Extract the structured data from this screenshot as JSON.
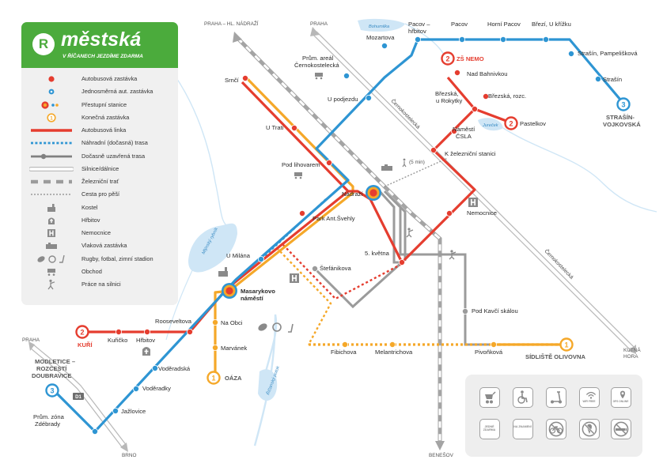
{
  "brand": {
    "logo_letter": "R",
    "title": "městská",
    "subtitle_a": "V ŘÍČANECH JEZDÍME ",
    "subtitle_b": "ZDARMA"
  },
  "colors": {
    "red": "#e53d2f",
    "orange": "#f5a829",
    "blue": "#2e95d3",
    "gray": "#9b9b9b",
    "dark_gray": "#808080",
    "green": "#4bab3c",
    "water": "#cfe6f6"
  },
  "legend": [
    {
      "symbol": "bus-stop-icon",
      "label": "Autobusová zastávka"
    },
    {
      "symbol": "one-way-stop-icon",
      "label": "Jednosměrná aut. zastávka"
    },
    {
      "symbol": "transfer-station-icon",
      "label": "Přestupní stanice"
    },
    {
      "symbol": "terminal-stop-icon",
      "label": "Konečná zastávka"
    },
    {
      "symbol": "bus-line-icon",
      "label": "Autobusová linka"
    },
    {
      "symbol": "substitute-route-icon",
      "label": "Náhradní (dočasná) trasa"
    },
    {
      "symbol": "closed-route-icon",
      "label": "Dočasně uzavřená trasa"
    },
    {
      "symbol": "road-icon",
      "label": "Silnice/dálnice"
    },
    {
      "symbol": "railway-icon",
      "label": "Železniční trať"
    },
    {
      "symbol": "footpath-icon",
      "label": "Cesta pro pěší"
    },
    {
      "symbol": "church-icon",
      "label": "Kostel"
    },
    {
      "symbol": "cemetery-icon",
      "label": "Hřbitov"
    },
    {
      "symbol": "hospital-icon",
      "label": "Nemocnice"
    },
    {
      "symbol": "train-station-icon",
      "label": "Vlaková zastávka"
    },
    {
      "symbol": "stadium-icon",
      "label": "Rugby, fotbal, zimní stadion"
    },
    {
      "symbol": "shop-icon",
      "label": "Obchod"
    },
    {
      "symbol": "roadworks-icon",
      "label": "Práce na silnici"
    }
  ],
  "directions": {
    "praha_hl_nadrazi": "PRAHA – HL. NÁDRAŽÍ",
    "praha_top": "PRAHA",
    "praha_left": "PRAHA",
    "brno": "BRNO",
    "benesov": "BENEŠOV",
    "kutna_hora_1": "KUTNÁ",
    "kutna_hora_2": "HORA",
    "walk_time": "(5 min)"
  },
  "water": {
    "rybnik_1": "Bohumilka",
    "rybnik_2": "Jureček",
    "river_1": "Mlýnský rybník",
    "river_2": "Říčanský potok"
  },
  "roads": {
    "cernokostelecka_1": "Černokostelecká",
    "cernokostelecka_2": "Černokostelecká"
  },
  "terminals": {
    "line1_num": "1",
    "line2_num": "2",
    "line3_num": "3",
    "kuri": "KUŘÍ",
    "zs_nemo": "ZŠ NEMO",
    "pastelkov": "Pastelkov",
    "strasin_1": "STRAŠÍN-",
    "strasin_2": "VOJKOVSKÁ",
    "modletice_1": "MODLETICE –",
    "modletice_2": "ROZCESTÍ",
    "modletice_3": "DOUBRAVICE",
    "oaza": "OÁZA",
    "sidliste": "SÍDLIŠTĚ OLIVOVNA",
    "d1": "D1"
  },
  "stations": {
    "srnci": "Srnčí",
    "u_trati": "U Trati",
    "pod_lihovarem": "Pod lihovarem",
    "nadrazi": "Nádraží",
    "park_ant_svehly": "Park Ant.Švehly",
    "u_milana": "U Milána",
    "masarykovo_1": "Masarykovo",
    "masarykovo_2": "náměstí",
    "rooseveltova": "Rooseveltova",
    "kuricko": "Kuřičko",
    "hrbitov": "Hřbitov",
    "voderadska": "Voděradská",
    "voderadky": "Voděradky",
    "jazlovice": "Jažlovice",
    "prum_zona_1": "Prům. zóna",
    "prum_zona_2": "Zdébrady",
    "na_obci": "Na Obci",
    "marvanek": "Marvánek",
    "stefanikova": "Štefánikova",
    "fibichova": "Fibichova",
    "melantrichova": "Melantrichova",
    "pivonkova": "Pivoňková",
    "pet_kvetna": "5. května",
    "pod_kavci_skalou": "Pod Kavčí skálou",
    "nemocnice": "Nemocnice",
    "k_zeleznicni": "K železniční stanici",
    "namesti_csla_1": "Náměstí",
    "namesti_csla_2": "ČSLA",
    "brezska_u_rokytky_1": "Březská,",
    "brezska_u_rokytky_2": "u Rokytky",
    "brezska_rozc": "Březská, rozc.",
    "nad_bahnivkou": "Nad Bahnivkou",
    "u_podjezdu": "U podjezdu",
    "prum_areal_1": "Prům. areál",
    "prum_areal_2": "Černokostelecká",
    "mozartova": "Mozartova",
    "pacov_hrbitov_1": "Pacov –",
    "pacov_hrbitov_2": "hřbitov",
    "pacov": "Pacov",
    "horni_pacov": "Horní Pacov",
    "brezi_u_krizku": "Březí, U křížku",
    "strasin_pampeliskova": "Strašín, Pampelišková",
    "strasin": "Strašín"
  },
  "amenities": [
    {
      "icon": "stroller-icon",
      "label": ""
    },
    {
      "icon": "wheelchair-icon",
      "label": ""
    },
    {
      "icon": "scooter-icon",
      "label": ""
    },
    {
      "icon": "wifi-icon",
      "label": "WIFI FREE"
    },
    {
      "icon": "location-icon",
      "label": "GPS ONLINE"
    },
    {
      "icon": "step-board-icon",
      "label": "JEDNÉ ZDARMA"
    },
    {
      "icon": "on-request-icon",
      "label": "NA ZNAMENÍ"
    },
    {
      "icon": "no-bicycles-icon",
      "label": ""
    },
    {
      "icon": "no-ice-cream-icon",
      "label": ""
    },
    {
      "icon": "no-smoking-icon",
      "label": ""
    }
  ]
}
